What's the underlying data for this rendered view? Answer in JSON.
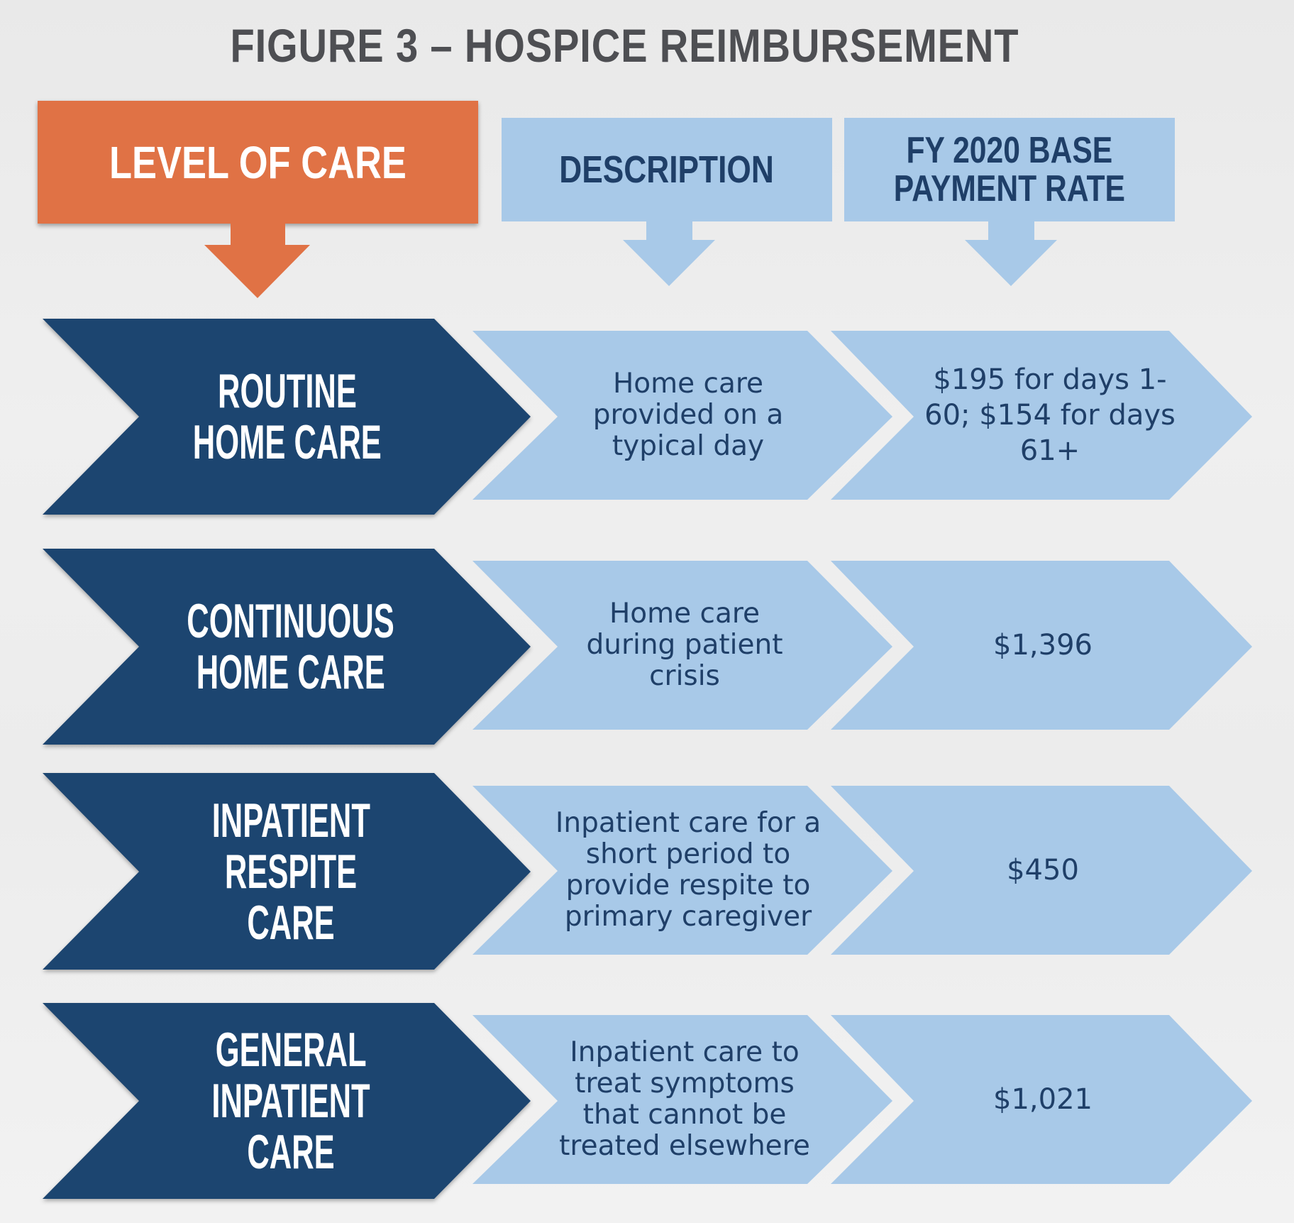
{
  "title": "FIGURE 3 – HOSPICE REIMBURSEMENT",
  "headers": {
    "level": "LEVEL OF CARE",
    "description": "DESCRIPTION",
    "rate_line1": "FY 2020 BASE",
    "rate_line2": "PAYMENT RATE"
  },
  "colors": {
    "level_header": "#e07245",
    "level_row": "#1f446f",
    "light_blue": "#a8c9e8",
    "text_dark": "#1f3f68",
    "title": "#4e4f53"
  },
  "rows": [
    {
      "level_line1": "ROUTINE",
      "level_line2": "HOME CARE",
      "description": "Home care provided on a typical day",
      "rate": "$195 for days 1-60; $154 for days 61+"
    },
    {
      "level_line1": "CONTINUOUS",
      "level_line2": "HOME CARE",
      "description": "Home care during patient crisis",
      "rate": "$1,396"
    },
    {
      "level_line1": "INPATIENT",
      "level_line2": "RESPITE CARE",
      "description": "Inpatient care for a short period to provide respite to primary caregiver",
      "rate": "$450"
    },
    {
      "level_line1": "GENERAL",
      "level_line2": "INPATIENT CARE",
      "description": "Inpatient care to treat symptoms that cannot be treated elsewhere",
      "rate": "$1,021"
    }
  ]
}
